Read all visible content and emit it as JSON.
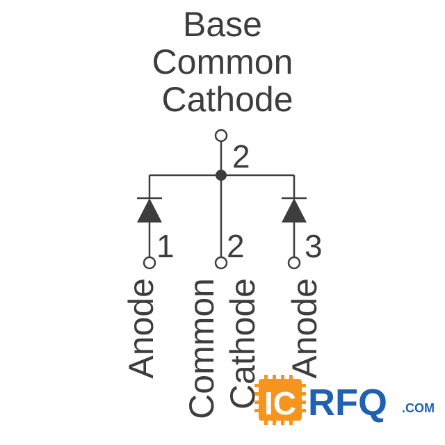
{
  "title": {
    "line1": "Base",
    "line2": "Common",
    "line3": "Cathode"
  },
  "pins": {
    "top": "2",
    "left": "1",
    "center": "2",
    "right": "3"
  },
  "pin_labels": {
    "left": "Anode",
    "center_line1": "Common",
    "center_line2": "Cathode",
    "right": "Anode"
  },
  "watermark": {
    "brand": "ICRFQ",
    "suffix": ".COM",
    "ic_text": "IC",
    "rfq_text": "RFQ",
    "orange": "#f7941d",
    "blue": "#1f5fb4"
  },
  "colors": {
    "ink": "#3d3d3d"
  }
}
